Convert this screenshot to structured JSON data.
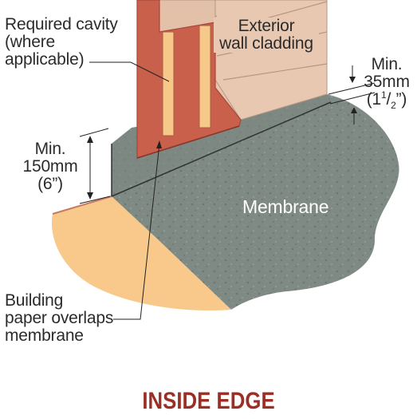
{
  "labels": {
    "required_cavity": [
      "Required cavity",
      "(where",
      "applicable)"
    ],
    "exterior_cladding": [
      "Exterior",
      "wall cladding"
    ],
    "min_35": {
      "line1": "Min.",
      "line2": "35mm",
      "paren_open": "(1",
      "num": "1",
      "slash": "/",
      "den": "2",
      "paren_close": "”)"
    },
    "min_150": [
      "Min.",
      "150mm",
      "(6”)"
    ],
    "membrane": "Membrane",
    "building_paper": [
      "Building",
      "paper overlaps",
      "membrane"
    ]
  },
  "caption": "INSIDE EDGE",
  "colors": {
    "sand": "#f8c98a",
    "soil_edge": "#d08a70",
    "concrete": "#7f8a84",
    "concrete_dark": "#5e6863",
    "framing": "#c8604c",
    "framing_dark": "#a8463a",
    "cavity": "#f6c88a",
    "cladding": "#e6c4ad",
    "cladding_line": "#b59784",
    "caption": "#9b2f25"
  }
}
